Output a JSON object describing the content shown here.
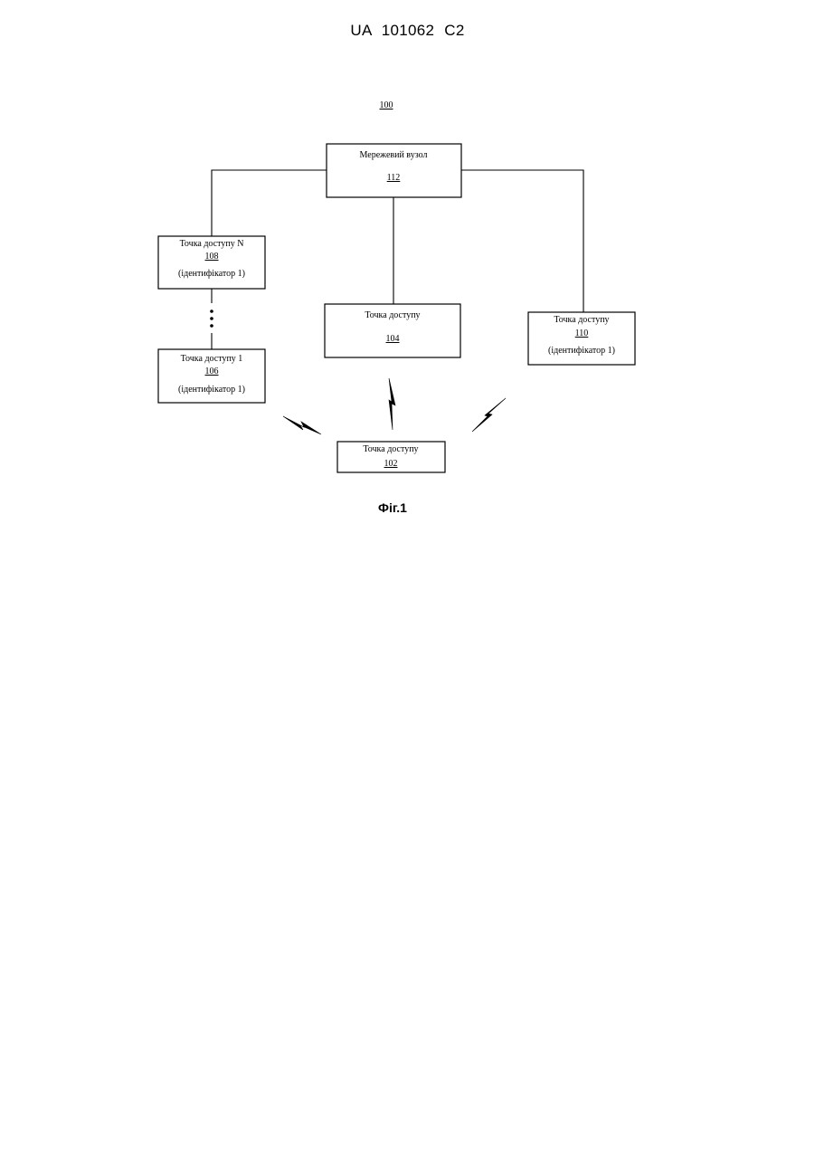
{
  "header": {
    "patent_number": "UA   101062   C2"
  },
  "diagram": {
    "system_ref": "100",
    "network_node": {
      "label": "Мережевий вузол",
      "ref": "112"
    },
    "access_point_n": {
      "label": "Точка доступу N",
      "ref": "108",
      "identifier": "(ідентифікатор 1)"
    },
    "access_point_1": {
      "label": "Точка доступу 1",
      "ref": "106",
      "identifier": "(ідентифікатор 1)"
    },
    "access_point_104": {
      "label": "Точка доступу",
      "ref": "104"
    },
    "access_point_110": {
      "label": "Точка доступу",
      "ref": "110",
      "identifier": "(ідентифікатор 1)"
    },
    "access_point_102": {
      "label": "Точка доступу",
      "ref": "102"
    },
    "figure_caption": "Фіг.1"
  }
}
